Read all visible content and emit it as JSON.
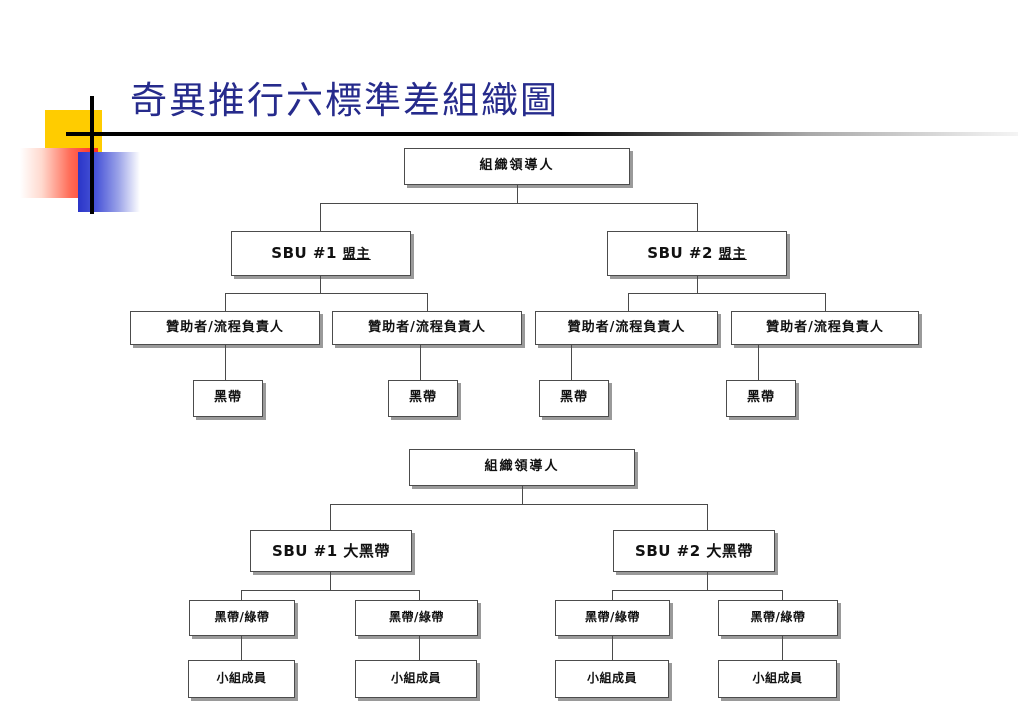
{
  "slide": {
    "title": "奇異推行六標準差組織圖",
    "title_color": "#262B8C",
    "background": "#ffffff"
  },
  "decoration": {
    "yellow_square": "#FFCC00",
    "red_square": "#FF2A20",
    "blue_square": "#2A35C8",
    "cross_line": "#000000"
  },
  "chart_top": {
    "name": "six-sigma-deployment-org-chart",
    "levels": [
      {
        "level": 1,
        "nodes": [
          {
            "id": "t-leader",
            "label": "組織領導人"
          }
        ]
      },
      {
        "level": 2,
        "nodes": [
          {
            "id": "t-sbu1",
            "label_main": "SBU #1 ",
            "label_sub": "盟主"
          },
          {
            "id": "t-sbu2",
            "label_main": "SBU #2 ",
            "label_sub": "盟主"
          }
        ]
      },
      {
        "level": 3,
        "nodes": [
          {
            "id": "t-sponsor-1",
            "label": "贊助者/流程負責人"
          },
          {
            "id": "t-sponsor-2",
            "label": "贊助者/流程負責人"
          },
          {
            "id": "t-sponsor-3",
            "label": "贊助者/流程負責人"
          },
          {
            "id": "t-sponsor-4",
            "label": "贊助者/流程負責人"
          }
        ]
      },
      {
        "level": 4,
        "nodes": [
          {
            "id": "t-bb-1",
            "label": "黑帶"
          },
          {
            "id": "t-bb-2",
            "label": "黑帶"
          },
          {
            "id": "t-bb-3",
            "label": "黑帶"
          },
          {
            "id": "t-bb-4",
            "label": "黑帶"
          }
        ]
      }
    ]
  },
  "chart_bottom": {
    "name": "six-sigma-project-team-org-chart",
    "levels": [
      {
        "level": 1,
        "nodes": [
          {
            "id": "b-leader",
            "label": "組織領導人"
          }
        ]
      },
      {
        "level": 2,
        "nodes": [
          {
            "id": "b-sbu1",
            "label_main": "SBU #1 ",
            "label_sub": "大黑帶"
          },
          {
            "id": "b-sbu2",
            "label_main": "SBU #2 ",
            "label_sub": "大黑帶"
          }
        ]
      },
      {
        "level": 3,
        "nodes": [
          {
            "id": "b-bbgb-1",
            "label": "黑帶/綠帶"
          },
          {
            "id": "b-bbgb-2",
            "label": "黑帶/綠帶"
          },
          {
            "id": "b-bbgb-3",
            "label": "黑帶/綠帶"
          },
          {
            "id": "b-bbgb-4",
            "label": "黑帶/綠帶"
          }
        ]
      },
      {
        "level": 4,
        "nodes": [
          {
            "id": "b-member-1",
            "label": "小組成員"
          },
          {
            "id": "b-member-2",
            "label": "小組成員"
          },
          {
            "id": "b-member-3",
            "label": "小組成員"
          },
          {
            "id": "b-member-4",
            "label": "小組成員"
          }
        ]
      }
    ]
  }
}
